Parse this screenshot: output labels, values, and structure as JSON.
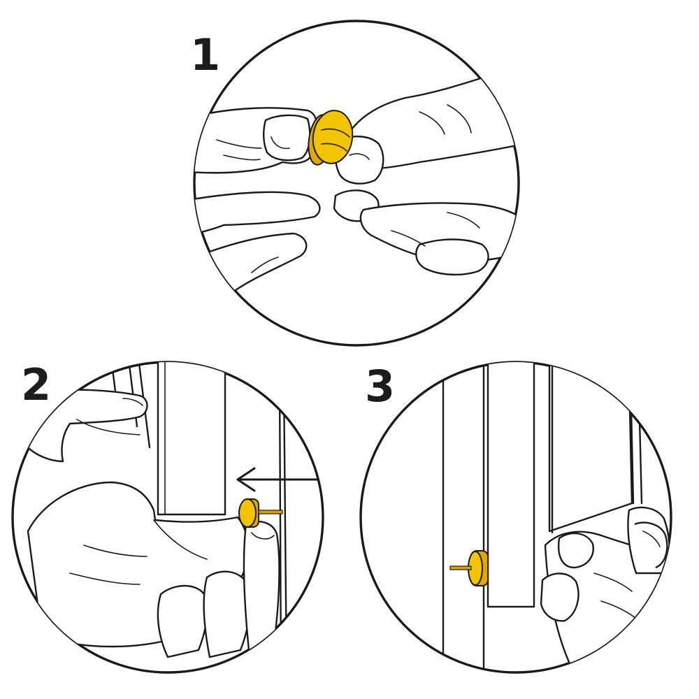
{
  "steps": [
    {
      "number": "1"
    },
    {
      "number": "2"
    },
    {
      "number": "3"
    }
  ],
  "colors": {
    "bumper_fill": "#f2c400",
    "bumper_shade": "#e0a800",
    "pin": "#d9a400",
    "ink": "#1a1a1a",
    "background": "#ffffff"
  },
  "icons": {
    "step1": "hands-peeling-bumper-icon",
    "step2": "hand-pressing-bumper-to-door-icon",
    "step3": "closing-door-with-bumper-icon",
    "arrow": "arrow-left-icon"
  }
}
